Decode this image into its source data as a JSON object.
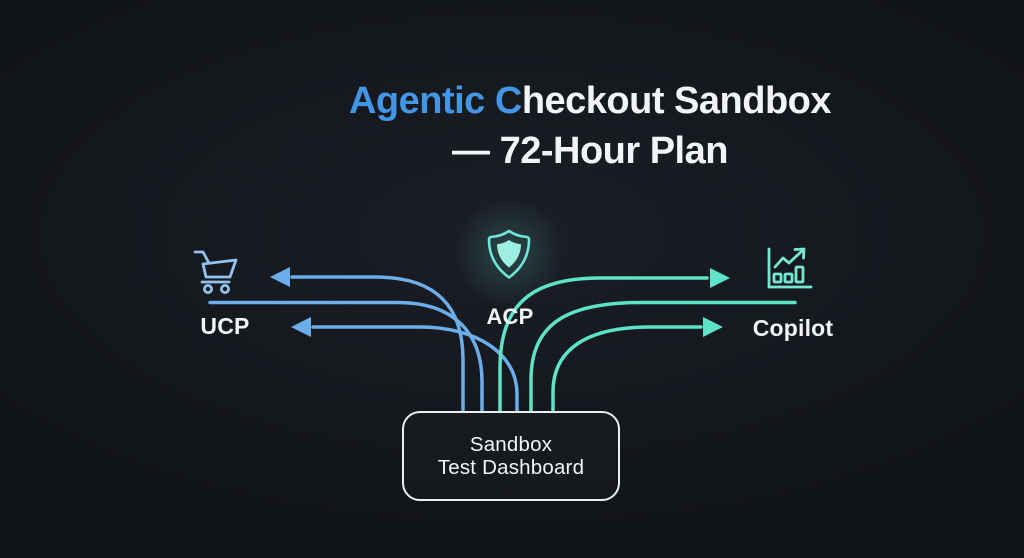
{
  "title": {
    "line1_accent": "Agentic C",
    "line1_rest": "heckout Sandbox",
    "line2": "— 72-Hour Plan"
  },
  "nodes": {
    "ucp": {
      "label": "UCP",
      "icon": "shopping-cart-icon"
    },
    "acp": {
      "label": "ACP",
      "icon": "shield-icon"
    },
    "copilot": {
      "label": "Copilot",
      "icon": "bar-chart-icon"
    },
    "dashboard": {
      "label_line1": "Sandbox",
      "label_line2": "Test Dashboard"
    }
  },
  "flows": {
    "left_direction": "arrows point left toward UCP",
    "right_direction": "arrows point right toward Copilot",
    "left_line_count": 3,
    "right_line_count": 3
  },
  "colors": {
    "background": "#14171c",
    "title_accent": "#4395e6",
    "text": "#f2f4f6",
    "ucp_flow": "#6caeea",
    "acp_flow": "#5ce3c8",
    "cart_icon": "#92c2ee",
    "shield_icon": "#6ee7d6",
    "shield_fill": "#9defe2",
    "chart_icon": "#74e6d2",
    "dashboard_border": "#eceef0"
  }
}
